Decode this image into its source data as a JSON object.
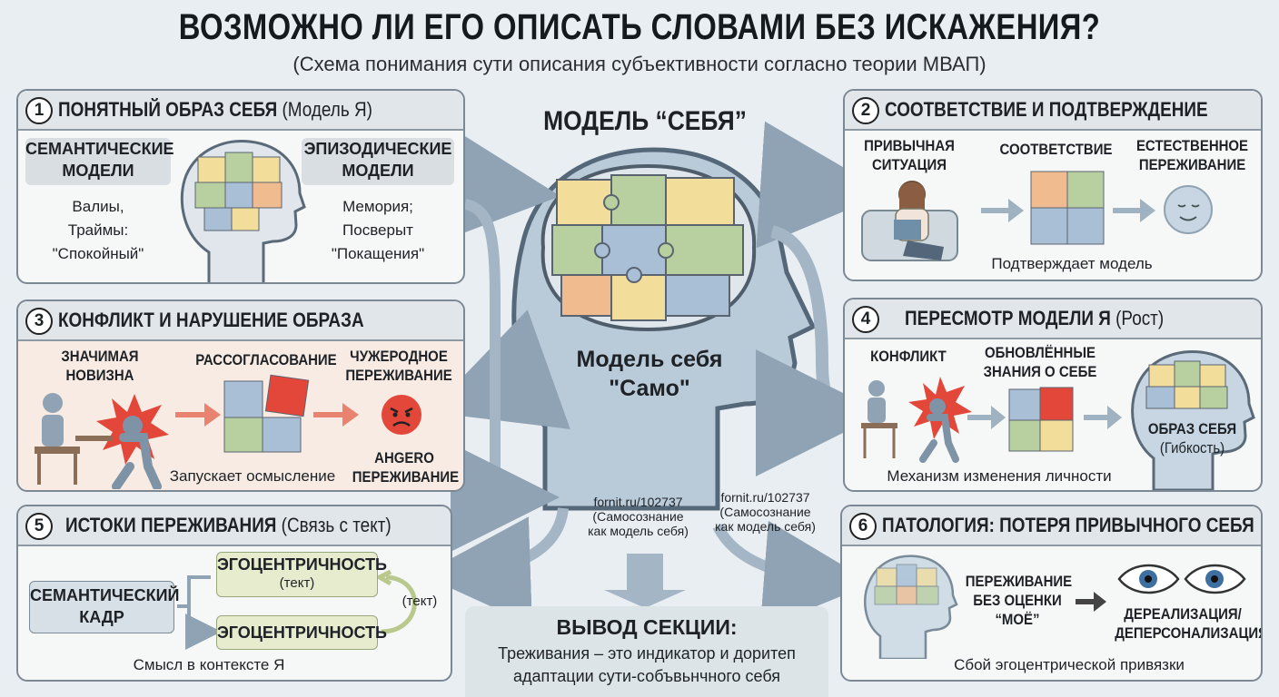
{
  "title": "ВОЗМОЖНО ЛИ ЕГО ОПИСАТЬ СЛОВАМИ БЕЗ ИСКАЖЕНИЯ?",
  "subtitle": "(Схема понимания сути описания субъективности согласно теории МВАП)",
  "center": {
    "title": "МОДЕЛЬ “СЕБЯ”",
    "label_line1": "Модель себя",
    "label_line2": "\"Само\"",
    "link_left_url": "fornit.ru/102737",
    "link_left_note1": "(Самосознание",
    "link_left_note2": "как модель себя)",
    "link_right_url": "fornit.ru/102737",
    "link_right_note1": "(Самосознание",
    "link_right_note2": "как модель себя)"
  },
  "panel1": {
    "num": "1",
    "title": "ПОНЯТНЫЙ ОБРАЗ СЕБЯ",
    "title_light": "(Модель Я)",
    "semantic_tag_1": "СЕМАНТИЧЕСКИЕ",
    "semantic_tag_2": "МОДЕЛИ",
    "semantic_text_1": "Валиы,",
    "semantic_text_2": "Траймы:",
    "semantic_text_3": "\"Спокойный\"",
    "episodic_tag_1": "ЭПИЗОДИЧЕСКИЕ",
    "episodic_tag_2": "МОДЕЛИ",
    "episodic_text_1": "Мемория;",
    "episodic_text_2": "Посверыт",
    "episodic_text_3": "\"Покащения\""
  },
  "panel2": {
    "num": "2",
    "title": "СООТВЕТСТВИЕ И ПОДТВЕРЖДЕНИЕ",
    "situation_1": "ПРИВЫЧНАЯ",
    "situation_2": "СИТУАЦИЯ",
    "match": "СООТВЕТСТВИЕ",
    "natural_1": "ЕСТЕСТВЕННОЕ",
    "natural_2": "ПЕРЕЖИВАНИЕ",
    "caption": "Подтверждает модель"
  },
  "panel3": {
    "num": "3",
    "title": "КОНФЛИКТ И НАРУШЕНИЕ ОБРАЗА",
    "novelty_1": "ЗНАЧИМАЯ",
    "novelty_2": "НОВИЗНА",
    "mismatch": "РАССОГЛАСОВАНИЕ",
    "alien_1": "ЧУЖЕРОДНОЕ",
    "alien_2": "ПЕРЕЖИВАНИЕ",
    "angry_1": "AHGERO",
    "angry_2": "ПЕРЕЖИВАНИЕ",
    "caption": "Запускает осмысление"
  },
  "panel4": {
    "num": "4",
    "title": "ПЕРЕСМОТР МОДЕЛИ Я",
    "title_light": "(Рост)",
    "conflict": "КОНФЛИКТ",
    "updated_1": "ОБНОВЛЁННЫЕ",
    "updated_2": "ЗНАНИЯ О СЕБЕ",
    "image_1": "ОБРАЗ СЕБЯ",
    "image_2": "(Гибкость)",
    "caption": "Механизм изменения личности"
  },
  "panel5": {
    "num": "5",
    "title": "ИСТОКИ ПЕРЕЖИВАНИЯ",
    "title_light": "(Связь с тект)",
    "frame_1": "СЕМАНТИЧЕСКИЙ",
    "frame_2": "КАДР",
    "ego_top_1": "ЭГОЦЕНТРИЧНОСТЬ",
    "ego_top_2": "(тект)",
    "ego_bottom": "ЭГОЦЕНТРИЧНОСТЬ",
    "loop_label": "(тект)",
    "caption": "Смысл в контексте Я"
  },
  "panel6": {
    "num": "6",
    "title": "ПАТОЛОГИЯ: ПОТЕРЯ ПРИВЫЧНОГО СЕБЯ",
    "experience_1": "ПЕРЕЖИВАНИЕ",
    "experience_2": "БЕЗ ОЦЕНКИ",
    "experience_3": "“МОЁ”",
    "dereal_1": "ДЕРЕАЛИЗАЦИЯ/",
    "dereal_2": "ДЕПЕРСОНАЛИЗАЦИЯ",
    "caption": "Сбой эгоцентрической привязки"
  },
  "conclusion": {
    "title": "ВЫВОД СЕКЦИИ:",
    "line1": "Треживания – это индикатор и доритеп",
    "line2": "адаптации сути-собъвьнчного себя"
  },
  "colors": {
    "puzzle_yellow": "#f2dd9a",
    "puzzle_blue": "#a9bfd6",
    "puzzle_green": "#b8cf9f",
    "puzzle_orange": "#f0bb8e",
    "alert_red": "#e2473a",
    "head_fill": "#b9cad8"
  }
}
